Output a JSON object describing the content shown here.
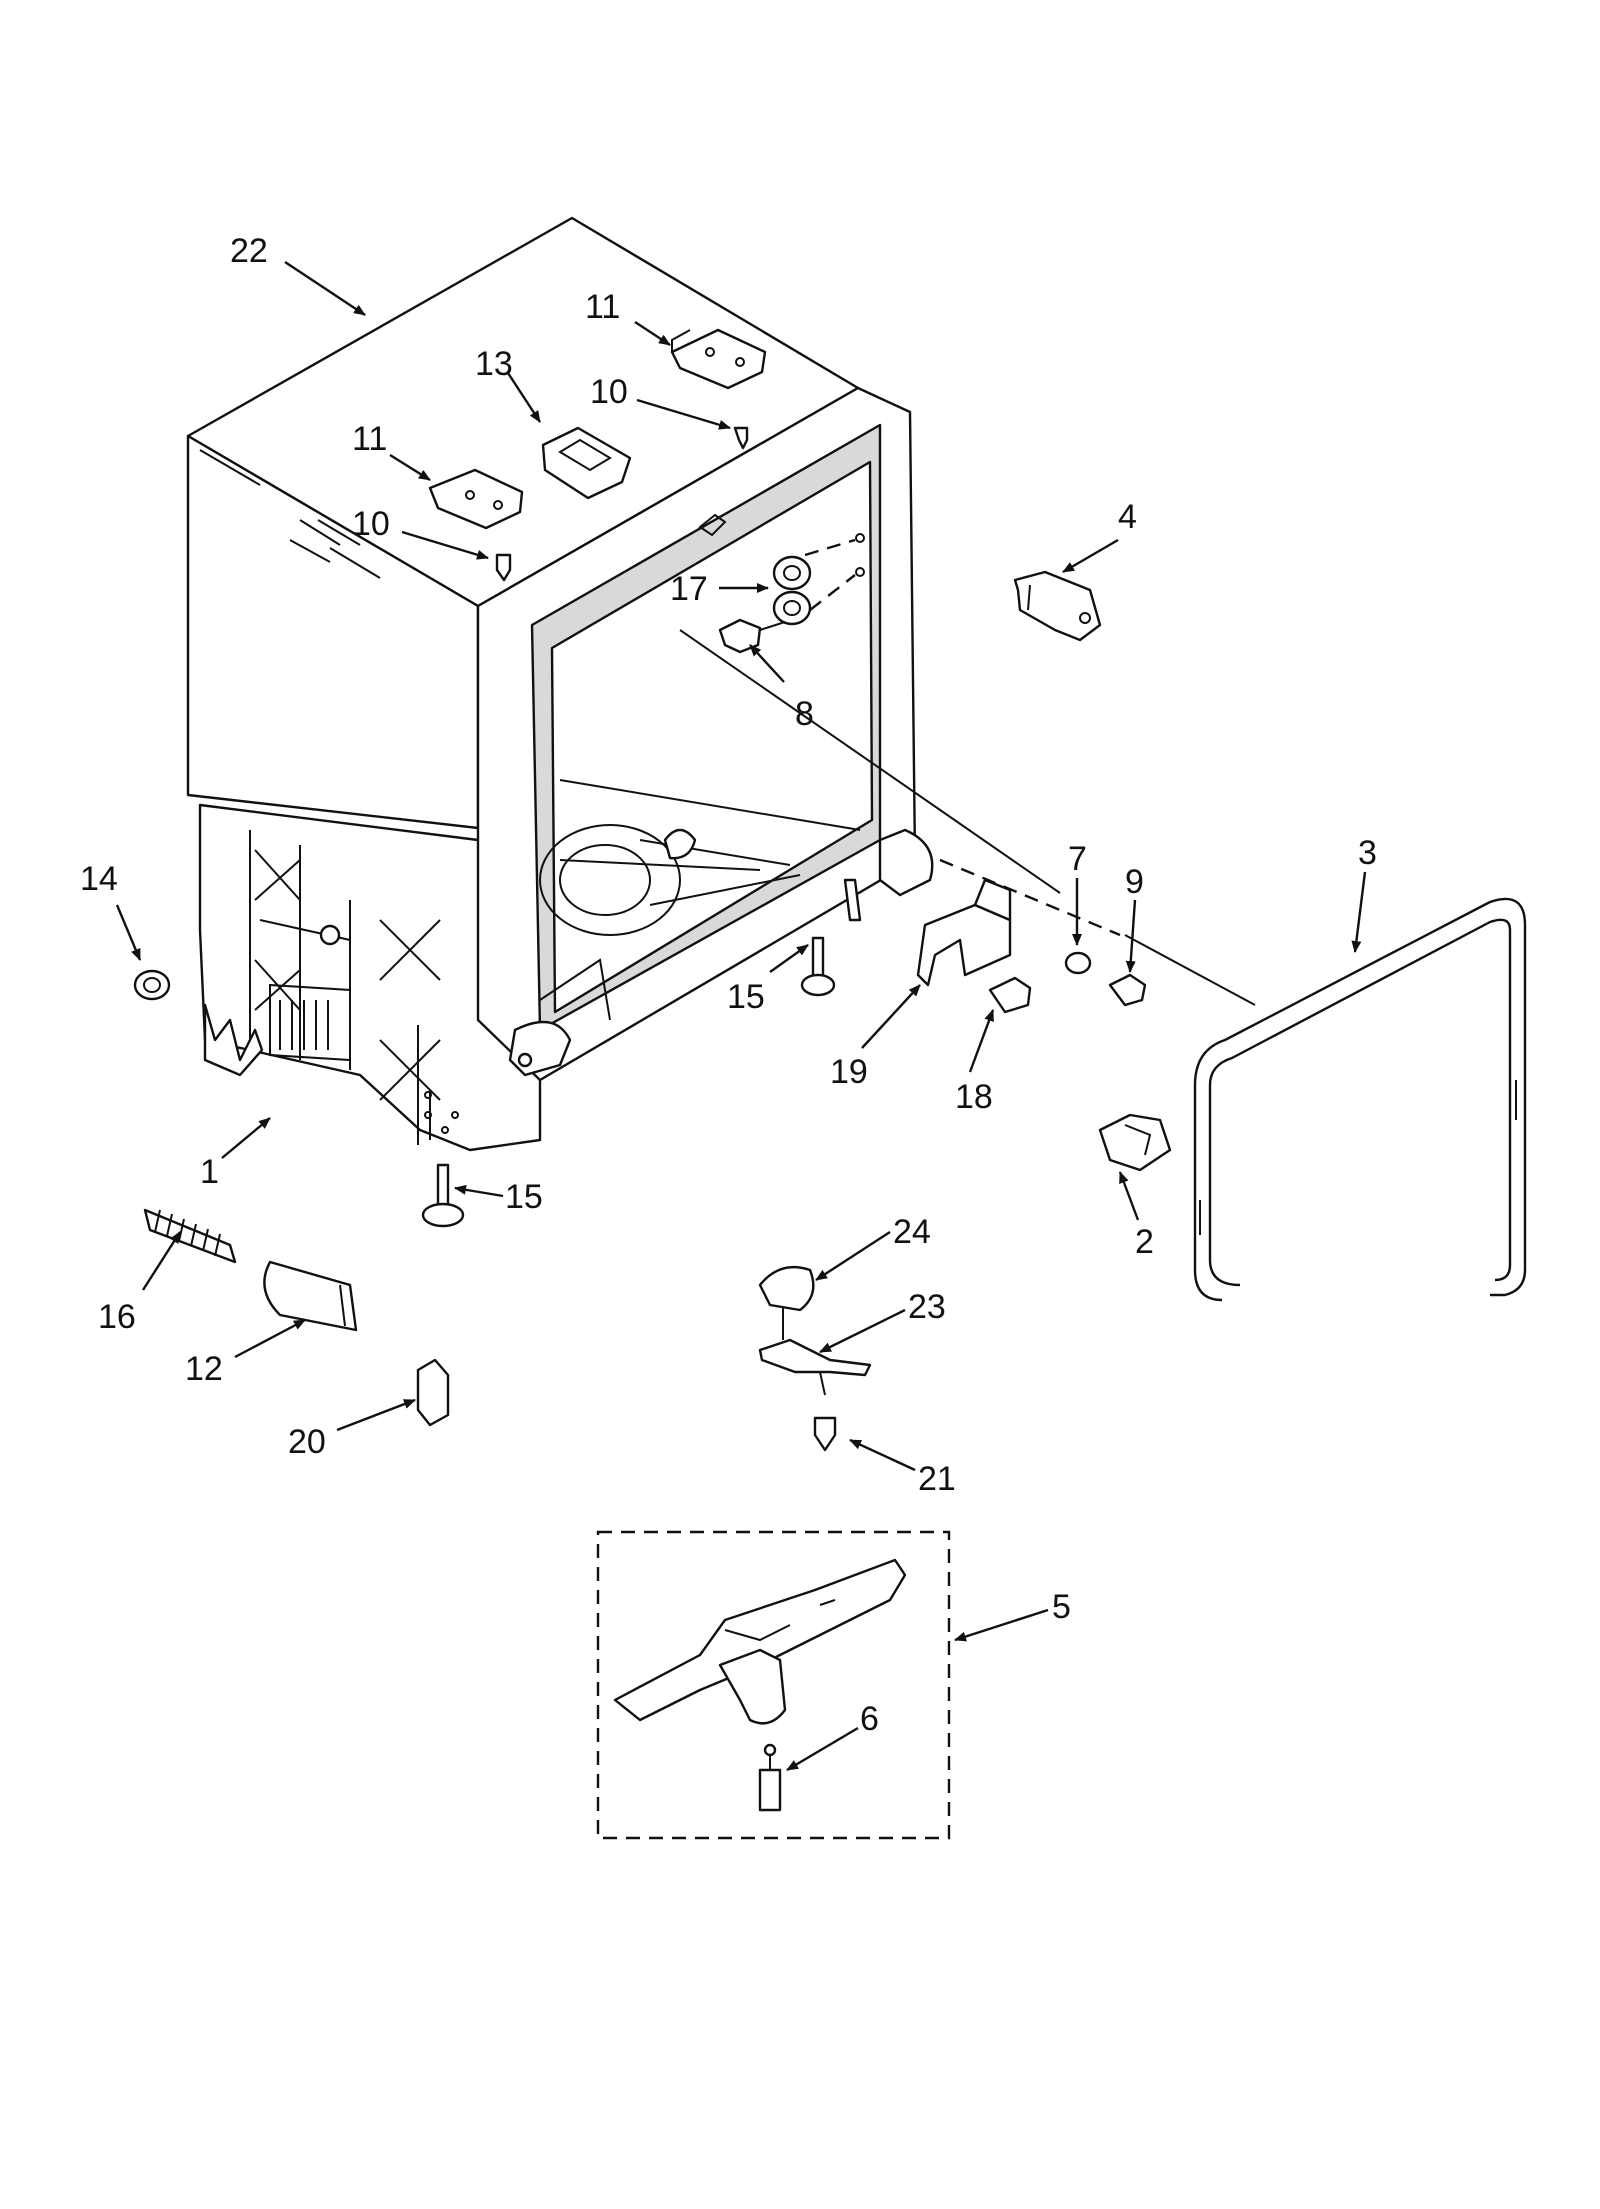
{
  "diagram": {
    "type": "exploded parts diagram",
    "callouts": [
      {
        "id": "c22",
        "text": "22"
      },
      {
        "id": "c11a",
        "text": "11"
      },
      {
        "id": "c13",
        "text": "13"
      },
      {
        "id": "c10a",
        "text": "10"
      },
      {
        "id": "c11b",
        "text": "11"
      },
      {
        "id": "c10b",
        "text": "10"
      },
      {
        "id": "c4",
        "text": "4"
      },
      {
        "id": "c17",
        "text": "17"
      },
      {
        "id": "c8",
        "text": "8"
      },
      {
        "id": "c14",
        "text": "14"
      },
      {
        "id": "c7",
        "text": "7"
      },
      {
        "id": "c9",
        "text": "9"
      },
      {
        "id": "c3",
        "text": "3"
      },
      {
        "id": "c15a",
        "text": "15"
      },
      {
        "id": "c19",
        "text": "19"
      },
      {
        "id": "c18",
        "text": "18"
      },
      {
        "id": "c1",
        "text": "1"
      },
      {
        "id": "c15b",
        "text": "15"
      },
      {
        "id": "c2",
        "text": "2"
      },
      {
        "id": "c24",
        "text": "24"
      },
      {
        "id": "c16",
        "text": "16"
      },
      {
        "id": "c23",
        "text": "23"
      },
      {
        "id": "c12",
        "text": "12"
      },
      {
        "id": "c20",
        "text": "20"
      },
      {
        "id": "c21",
        "text": "21"
      },
      {
        "id": "c5",
        "text": "5"
      },
      {
        "id": "c6",
        "text": "6"
      }
    ]
  }
}
